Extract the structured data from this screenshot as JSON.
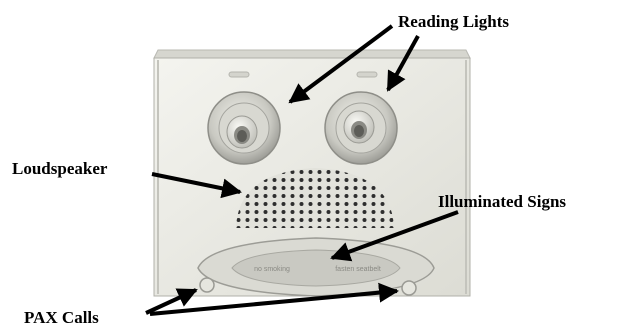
{
  "labels": {
    "reading_lights": "Reading Lights",
    "loudspeaker": "Loudspeaker",
    "illuminated_signs": "Illuminated Signs",
    "pax_calls": "PAX Calls"
  },
  "panel": {
    "sign_text_left": "no smoking",
    "sign_text_right": "fasten seatbelt"
  },
  "colors": {
    "panel_face": "#ecece6",
    "panel_shadow": "#cfcfc8",
    "arrow": "#000000"
  }
}
